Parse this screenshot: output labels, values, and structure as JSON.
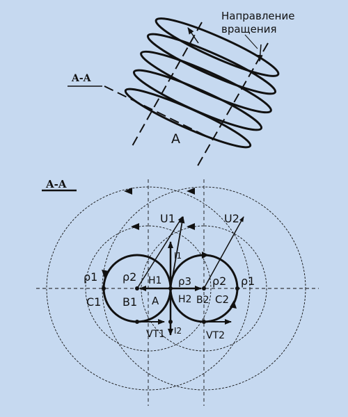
{
  "colors": {
    "background": "#c6d9f0",
    "ink": "#111111"
  },
  "top": {
    "direction_label_line1": "Направление",
    "direction_label_line2": "вращения",
    "section_label": "A-A",
    "point_label": "A"
  },
  "section": {
    "title": "A-A",
    "labels": {
      "u1": "U1",
      "u2": "U2",
      "i1": "I1",
      "i2": "I2",
      "rho1_left": "ρ1",
      "rho2_left": "ρ2",
      "rho3": "ρ3",
      "rho2_right": "ρ2",
      "rho1_right": "ρ1",
      "h1": "H1",
      "h2": "H2",
      "c1": "C1",
      "b1": "B1",
      "a": "A",
      "b2": "B2",
      "c2": "C2",
      "vt1": "VT1",
      "vt2": "VT2"
    }
  }
}
